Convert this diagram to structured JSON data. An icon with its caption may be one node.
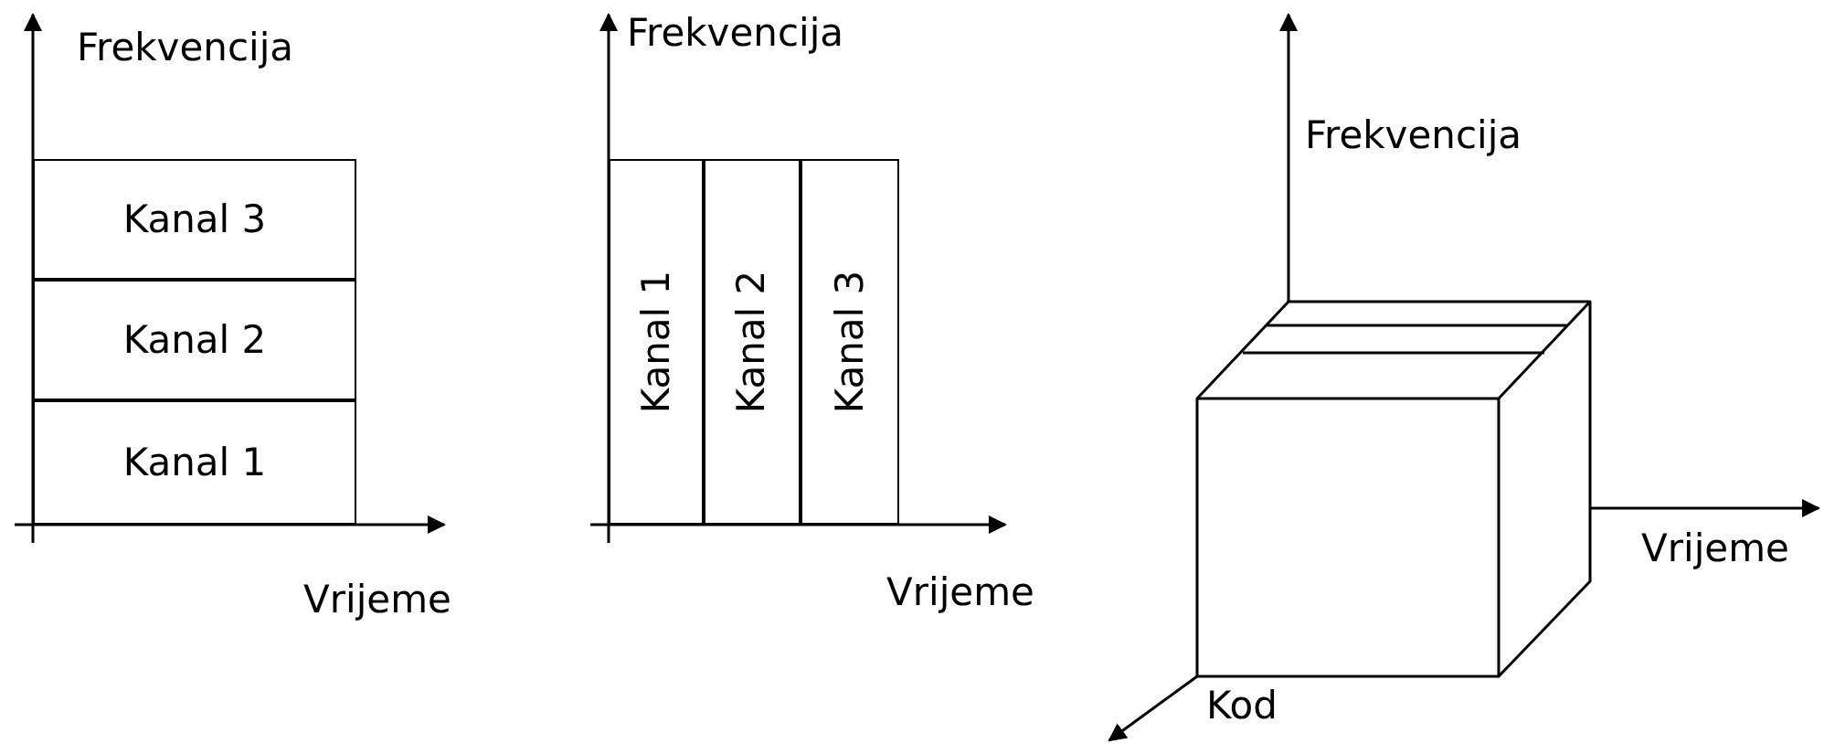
{
  "diagram": {
    "nodes": [
      {
        "text": [
          "Kanal 3"
        ]
      },
      {
        "text": [
          "Kanal 2"
        ]
      },
      {
        "text": [
          "Kanal 1"
        ]
      },
      {
        "text": [
          "Kanal 1"
        ]
      },
      {
        "text": [
          "Kanal 2"
        ]
      },
      {
        "text": [
          "Kanal 3"
        ]
      }
    ],
    "labels": [
      "Frekvencija",
      "Frekvencija",
      "Frekvencija",
      "Vrijeme",
      "Vrijeme",
      "Vrijeme",
      "Kod"
    ]
  }
}
